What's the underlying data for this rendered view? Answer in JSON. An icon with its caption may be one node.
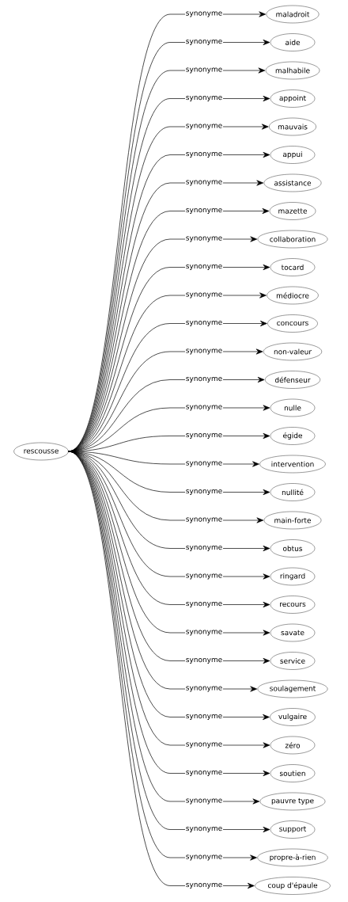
{
  "diagram": {
    "nodes": [
      {
        "text": [
          "rescousse"
        ]
      },
      {
        "text": [
          "maladroit"
        ]
      },
      {
        "text": [
          "aide"
        ]
      },
      {
        "text": [
          "malhabile"
        ]
      },
      {
        "text": [
          "appoint"
        ]
      },
      {
        "text": [
          "mauvais"
        ]
      },
      {
        "text": [
          "appui"
        ]
      },
      {
        "text": [
          "assistance"
        ]
      },
      {
        "text": [
          "mazette"
        ]
      },
      {
        "text": [
          "collaboration"
        ]
      },
      {
        "text": [
          "tocard"
        ]
      },
      {
        "text": [
          "médiocre"
        ]
      },
      {
        "text": [
          "concours"
        ]
      },
      {
        "text": [
          "non-valeur"
        ]
      },
      {
        "text": [
          "défenseur"
        ]
      },
      {
        "text": [
          "nulle"
        ]
      },
      {
        "text": [
          "égide"
        ]
      },
      {
        "text": [
          "intervention"
        ]
      },
      {
        "text": [
          "nullité"
        ]
      },
      {
        "text": [
          "main-forte"
        ]
      },
      {
        "text": [
          "obtus"
        ]
      },
      {
        "text": [
          "ringard"
        ]
      },
      {
        "text": [
          "recours"
        ]
      },
      {
        "text": [
          "savate"
        ]
      },
      {
        "text": [
          "service"
        ]
      },
      {
        "text": [
          "soulagement"
        ]
      },
      {
        "text": [
          "vulgaire"
        ]
      },
      {
        "text": [
          "zéro"
        ]
      },
      {
        "text": [
          "soutien"
        ]
      },
      {
        "text": [
          "pauvre type"
        ]
      },
      {
        "text": [
          "support"
        ]
      },
      {
        "text": [
          "propre-à-rien"
        ]
      },
      {
        "text": [
          "coup d'épaule"
        ]
      }
    ],
    "edges": [
      {
        "from": 0,
        "to": 1,
        "arrow": "to",
        "label": "synonyme"
      },
      {
        "from": 0,
        "to": 2,
        "arrow": "to",
        "label": "synonyme"
      },
      {
        "from": 0,
        "to": 3,
        "arrow": "to",
        "label": "synonyme"
      },
      {
        "from": 0,
        "to": 4,
        "arrow": "to",
        "label": "synonyme"
      },
      {
        "from": 0,
        "to": 5,
        "arrow": "to",
        "label": "synonyme"
      },
      {
        "from": 0,
        "to": 6,
        "arrow": "to",
        "label": "synonyme"
      },
      {
        "from": 0,
        "to": 7,
        "arrow": "to",
        "label": "synonyme"
      },
      {
        "from": 0,
        "to": 8,
        "arrow": "to",
        "label": "synonyme"
      },
      {
        "from": 0,
        "to": 9,
        "arrow": "to",
        "label": "synonyme"
      },
      {
        "from": 0,
        "to": 10,
        "arrow": "to",
        "label": "synonyme"
      },
      {
        "from": 0,
        "to": 11,
        "arrow": "to",
        "label": "synonyme"
      },
      {
        "from": 0,
        "to": 12,
        "arrow": "to",
        "label": "synonyme"
      },
      {
        "from": 0,
        "to": 13,
        "arrow": "to",
        "label": "synonyme"
      },
      {
        "from": 0,
        "to": 14,
        "arrow": "to",
        "label": "synonyme"
      },
      {
        "from": 0,
        "to": 15,
        "arrow": "to",
        "label": "synonyme"
      },
      {
        "from": 0,
        "to": 16,
        "arrow": "to",
        "label": "synonyme"
      },
      {
        "from": 0,
        "to": 17,
        "arrow": "to",
        "label": "synonyme"
      },
      {
        "from": 0,
        "to": 18,
        "arrow": "to",
        "label": "synonyme"
      },
      {
        "from": 0,
        "to": 19,
        "arrow": "to",
        "label": "synonyme"
      },
      {
        "from": 0,
        "to": 20,
        "arrow": "to",
        "label": "synonyme"
      },
      {
        "from": 0,
        "to": 21,
        "arrow": "to",
        "label": "synonyme"
      },
      {
        "from": 0,
        "to": 22,
        "arrow": "to",
        "label": "synonyme"
      },
      {
        "from": 0,
        "to": 23,
        "arrow": "to",
        "label": "synonyme"
      },
      {
        "from": 0,
        "to": 24,
        "arrow": "to",
        "label": "synonyme"
      },
      {
        "from": 0,
        "to": 25,
        "arrow": "to",
        "label": "synonyme"
      },
      {
        "from": 0,
        "to": 26,
        "arrow": "to",
        "label": "synonyme"
      },
      {
        "from": 0,
        "to": 27,
        "arrow": "to",
        "label": "synonyme"
      },
      {
        "from": 0,
        "to": 28,
        "arrow": "to",
        "label": "synonyme"
      },
      {
        "from": 0,
        "to": 29,
        "arrow": "to",
        "label": "synonyme"
      },
      {
        "from": 0,
        "to": 30,
        "arrow": "to",
        "label": "synonyme"
      },
      {
        "from": 0,
        "to": 31,
        "arrow": "to",
        "label": "synonyme"
      },
      {
        "from": 0,
        "to": 32,
        "arrow": "to",
        "label": "synonyme"
      }
    ]
  }
}
